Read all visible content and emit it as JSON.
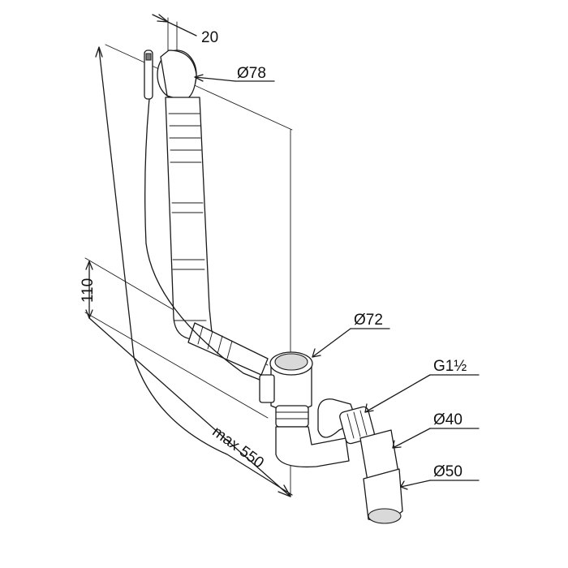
{
  "labels": {
    "width_20": "20",
    "overflow_diameter": "Ø78",
    "height_110": "110",
    "waste_diameter": "Ø72",
    "thread": "G1½",
    "outlet_40": "Ø40",
    "outlet_50": "Ø50",
    "length_max": "max 550"
  }
}
